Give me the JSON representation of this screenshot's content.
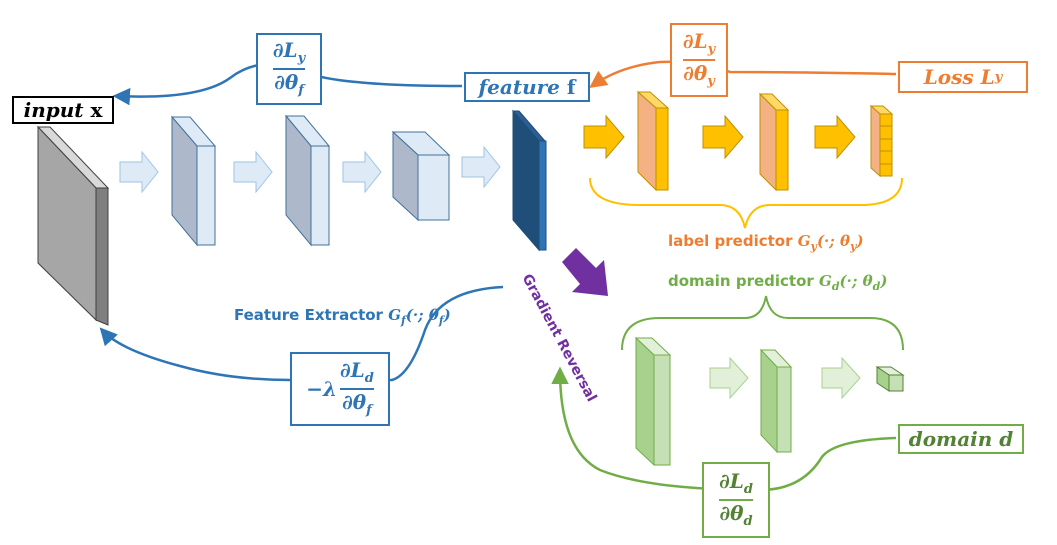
{
  "labels": {
    "input": {
      "var": "input",
      "sym": "x"
    },
    "feature": {
      "var": "feature",
      "sym": "f"
    },
    "loss": {
      "var": "Loss",
      "sym": "L",
      "sub": "y"
    },
    "domain": {
      "var": "domain",
      "sym": "d"
    },
    "feature_extractor": {
      "text": "Feature Extractor",
      "math": "G",
      "sub": "f",
      "args": "(·; θ",
      "sub2": "f",
      "close": ")"
    },
    "label_predictor": {
      "text": "label predictor",
      "math": "G",
      "sub": "y",
      "args": "(·; θ",
      "sub2": "y",
      "close": ")"
    },
    "domain_predictor": {
      "text": "domain predictor",
      "math": "G",
      "sub": "d",
      "args": "(·; θ",
      "sub2": "d",
      "close": ")"
    },
    "gradient_reversal": "Gradient Reversal"
  },
  "fractions": {
    "dLy_dthetaf": {
      "num": "∂L",
      "num_sub": "y",
      "den": "∂θ",
      "den_sub": "f"
    },
    "dLy_dthetay": {
      "num": "∂L",
      "num_sub": "y",
      "den": "∂θ",
      "den_sub": "y"
    },
    "neg_lambda_dLd_dthetaf": {
      "prefix": "−λ",
      "num": "∂L",
      "num_sub": "d",
      "den": "∂θ",
      "den_sub": "f"
    },
    "dLd_dthetad": {
      "num": "∂L",
      "num_sub": "d",
      "den": "∂θ",
      "den_sub": "d"
    }
  },
  "colors": {
    "blue": "#2e75b6",
    "orange": "#ed7d31",
    "green": "#70ad47",
    "purple": "#7030a0",
    "dark_blue": "#2e5e96",
    "yellow": "#ffc000",
    "light_blue_fill": "#deebf7",
    "light_green_fill": "#c5e0b4",
    "gray": "#a6a6a6"
  }
}
